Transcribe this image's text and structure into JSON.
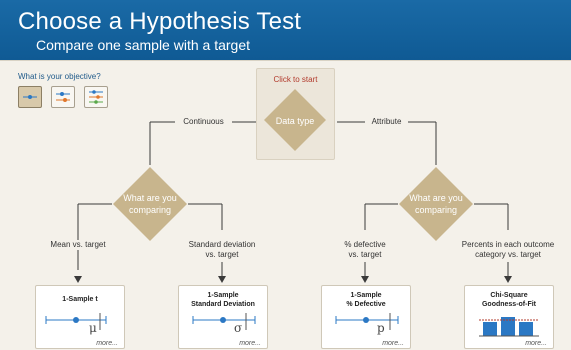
{
  "header": {
    "title": "Choose a Hypothesis Test",
    "subtitle": "Compare one sample with a target"
  },
  "objective": {
    "label": "What is your objective?",
    "buttons": [
      "one-sample-icon",
      "two-samples-icon",
      "multiple-samples-icon"
    ]
  },
  "start": {
    "prompt": "Click to start",
    "node": "Data type"
  },
  "branches": {
    "continuous": "Continuous",
    "attribute": "Attribute"
  },
  "decisions": {
    "left": [
      "What are you",
      "comparing"
    ],
    "right": [
      "What are you",
      "comparing"
    ]
  },
  "edges": {
    "mean": "Mean vs. target",
    "stdev": [
      "Standard deviation",
      "vs. target"
    ],
    "defective": [
      "% defective",
      "vs. target"
    ],
    "percents": [
      "Percents in each outcome",
      "category vs. target"
    ]
  },
  "cards": [
    {
      "title": [
        "1-Sample t"
      ],
      "symbol": "μ",
      "more": "more..."
    },
    {
      "title": [
        "1-Sample",
        "Standard Deviation"
      ],
      "symbol": "σ",
      "more": "more..."
    },
    {
      "title": [
        "1-Sample",
        "% Defective"
      ],
      "symbol": "p",
      "more": "more..."
    },
    {
      "title": [
        "Chi-Square",
        "Goodness-of-Fit"
      ],
      "symbol": "",
      "more": "more..."
    }
  ],
  "colors": {
    "header": "#1466a2",
    "diamond": "#c8b58d",
    "accent_blue": "#2b78c4",
    "start_red": "#b23b2d"
  }
}
